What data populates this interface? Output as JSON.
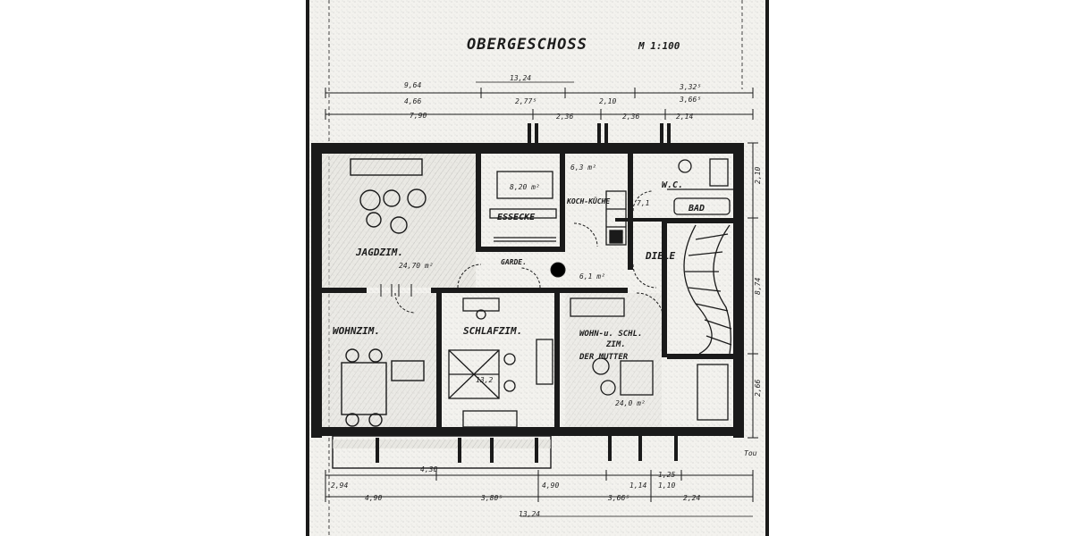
{
  "plan": {
    "title": "OBERGESCHOSS",
    "scale": "M 1:100",
    "rooms": {
      "wohnzim_left": "WOHNZIM.",
      "jagdzim": "JAGDZIM.",
      "essecke": "ESSECKE",
      "kochkuche": "KOCH-KÜCHE",
      "wc": "W.C.",
      "bad": "BAD",
      "diele": "DIELE",
      "garde": "GARDE.",
      "schlafzim": "SCHLAFZIM.",
      "wohn_schlafzim_1": "WOHN-u. SCHL.",
      "wohn_schlafzim_2": "ZIM.",
      "wohn_schlafzim_3": "DER MUTTER"
    },
    "areas": {
      "essecke": "8,20 m²",
      "kochkuche": "6,3 m²",
      "bad": "7,1",
      "jagdzim": "24,70 m²",
      "diele": "6,1 m²",
      "schlafzim": "13,2",
      "wohn_schlaf": "24,0 m²"
    },
    "top_dims": {
      "overall": "13,24",
      "d1": "9,64",
      "d2": "4,66",
      "d3": "2,77⁵",
      "d4": "3,32⁵",
      "d5": "3,66⁵",
      "d6": "7,90",
      "d7": "2,36",
      "d8": "2,10",
      "d9": "2,36",
      "d10": "2,14"
    },
    "bottom_dims": {
      "b1": "4,30",
      "b2": "4,90",
      "b3": "1,14",
      "b4": "1,10",
      "b5": "4,90",
      "b6": "3,80⁵",
      "b7": "3,66⁵",
      "b8": "2,24",
      "b9": "1,25",
      "b10": "13,24",
      "b11": "2,94"
    },
    "right_dims": {
      "r1": "2,10",
      "r2": "8,74",
      "r3": "2,66"
    },
    "side_note": "Tou"
  }
}
